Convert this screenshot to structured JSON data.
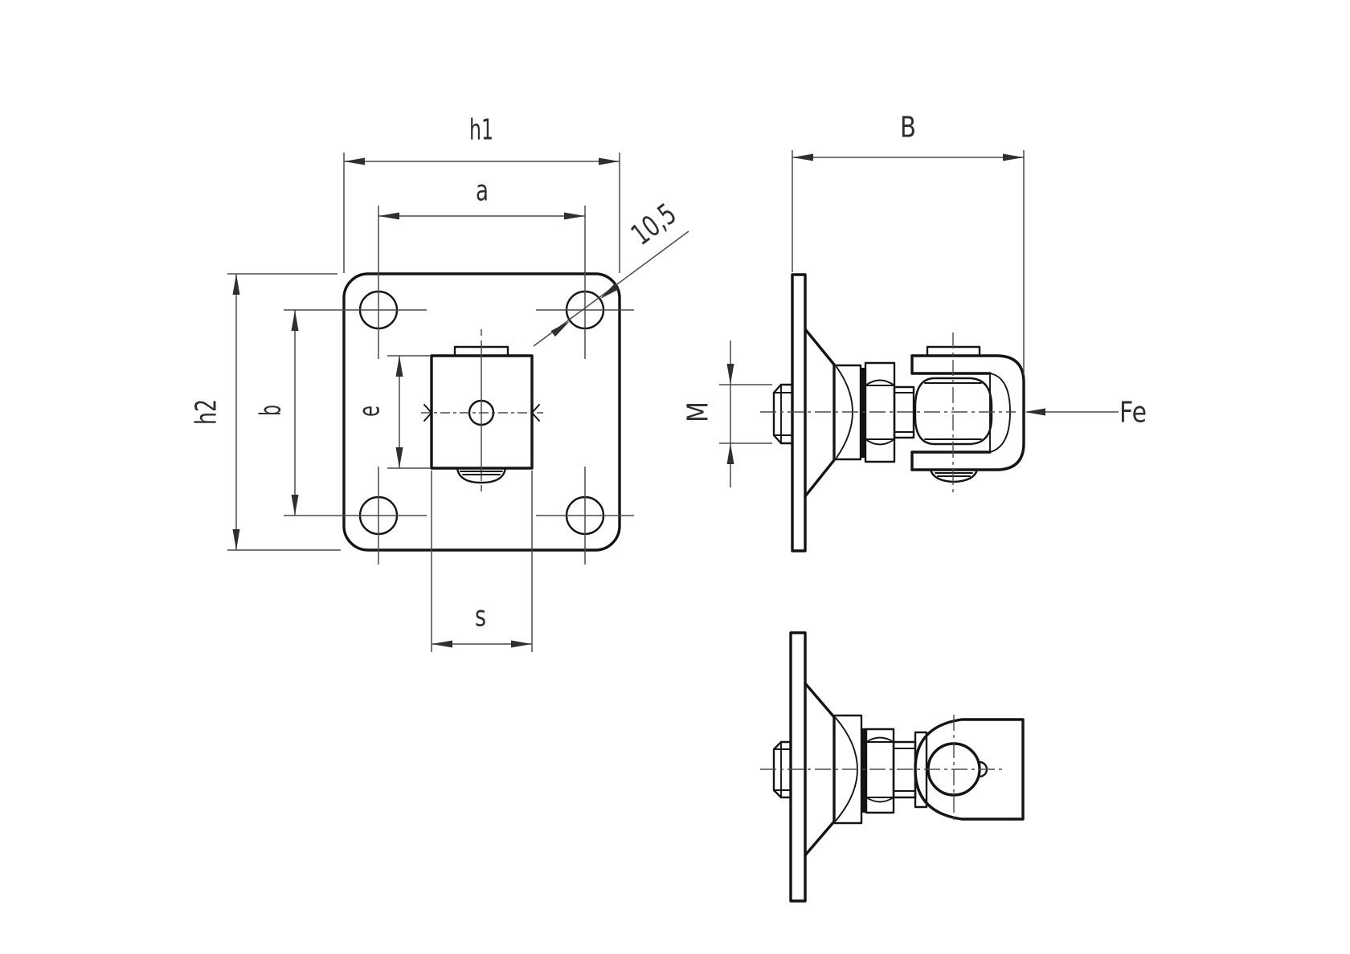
{
  "drawing": {
    "background_color": "#ffffff",
    "object_line_color": "#141414",
    "thin_line_color": "#4a4a4a",
    "label_color": "#2e2e2e",
    "labels": {
      "h1": "h1",
      "a": "a",
      "hole_dia": "10,5",
      "h2": "h2",
      "b": "b",
      "e": "e",
      "s": "s",
      "B": "B",
      "M": "M",
      "Fe": "Fe"
    }
  }
}
